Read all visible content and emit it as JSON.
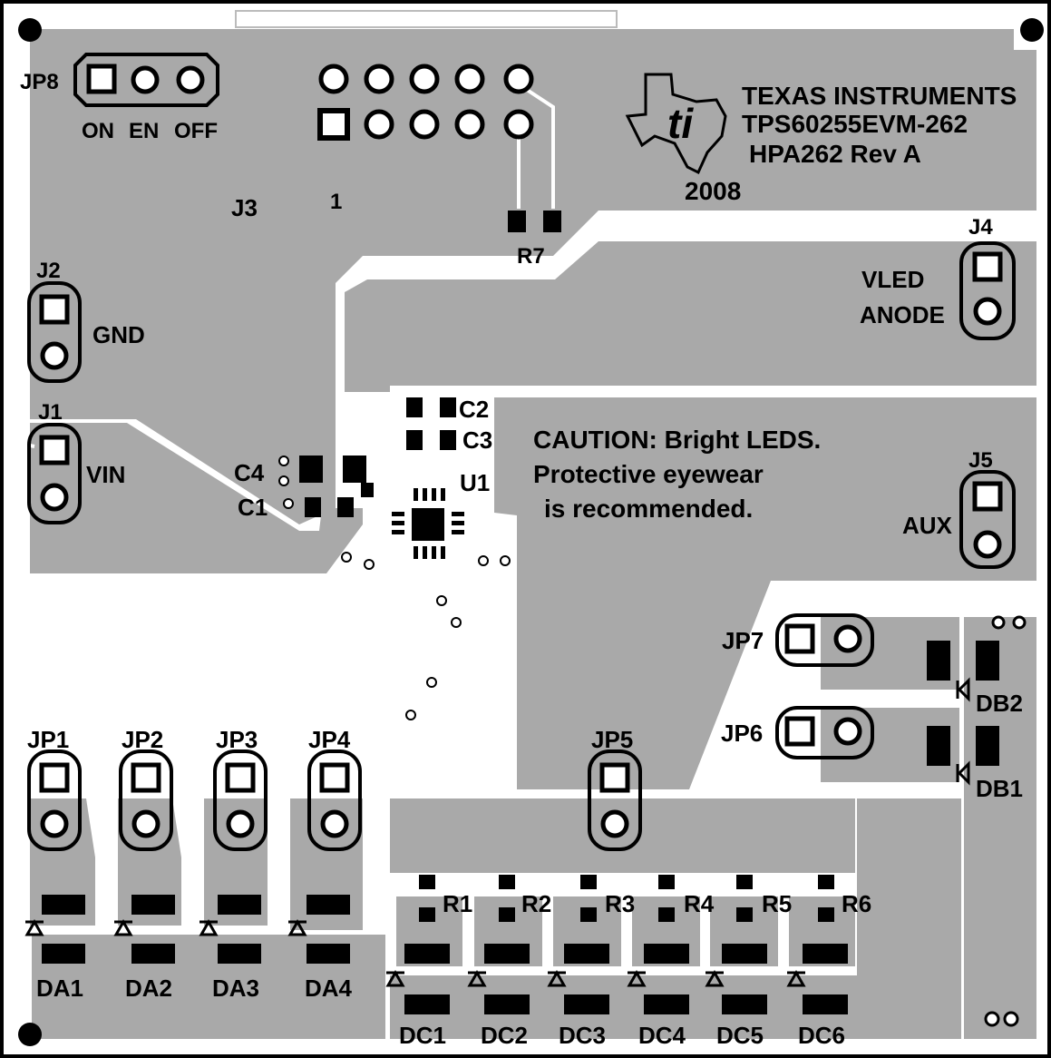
{
  "board": {
    "logo": {
      "line1": "TEXAS INSTRUMENTS",
      "line2": "TPS60255EVM-262",
      "line3": "HPA262 Rev A",
      "year": "2008"
    },
    "caution": {
      "line1": "CAUTION: Bright LEDS.",
      "line2": "Protective eyewear",
      "line3": "is recommended."
    },
    "jp8": {
      "ref": "JP8",
      "label_on": "ON",
      "label_en": "EN",
      "label_off": "OFF"
    },
    "j3": {
      "ref": "J3",
      "pin1": "1"
    },
    "r7": {
      "ref": "R7"
    },
    "j2": {
      "ref": "J2",
      "label": "GND"
    },
    "j1": {
      "ref": "J1",
      "label": "VIN"
    },
    "j4": {
      "ref": "J4",
      "label1": "VLED",
      "label2": "ANODE"
    },
    "j5": {
      "ref": "J5",
      "label": "AUX"
    },
    "u1": {
      "ref": "U1"
    },
    "caps": {
      "c1": "C1",
      "c2": "C2",
      "c3": "C3",
      "c4": "C4"
    },
    "jumpers": [
      "JP1",
      "JP2",
      "JP3",
      "JP4"
    ],
    "jp5": "JP5",
    "jp6": "JP6",
    "jp7": "JP7",
    "da": [
      "DA1",
      "DA2",
      "DA3",
      "DA4"
    ],
    "dc": [
      "DC1",
      "DC2",
      "DC3",
      "DC4",
      "DC5",
      "DC6"
    ],
    "r": [
      "R1",
      "R2",
      "R3",
      "R4",
      "R5",
      "R6"
    ],
    "db": {
      "db1": "DB1",
      "db2": "DB2"
    }
  }
}
